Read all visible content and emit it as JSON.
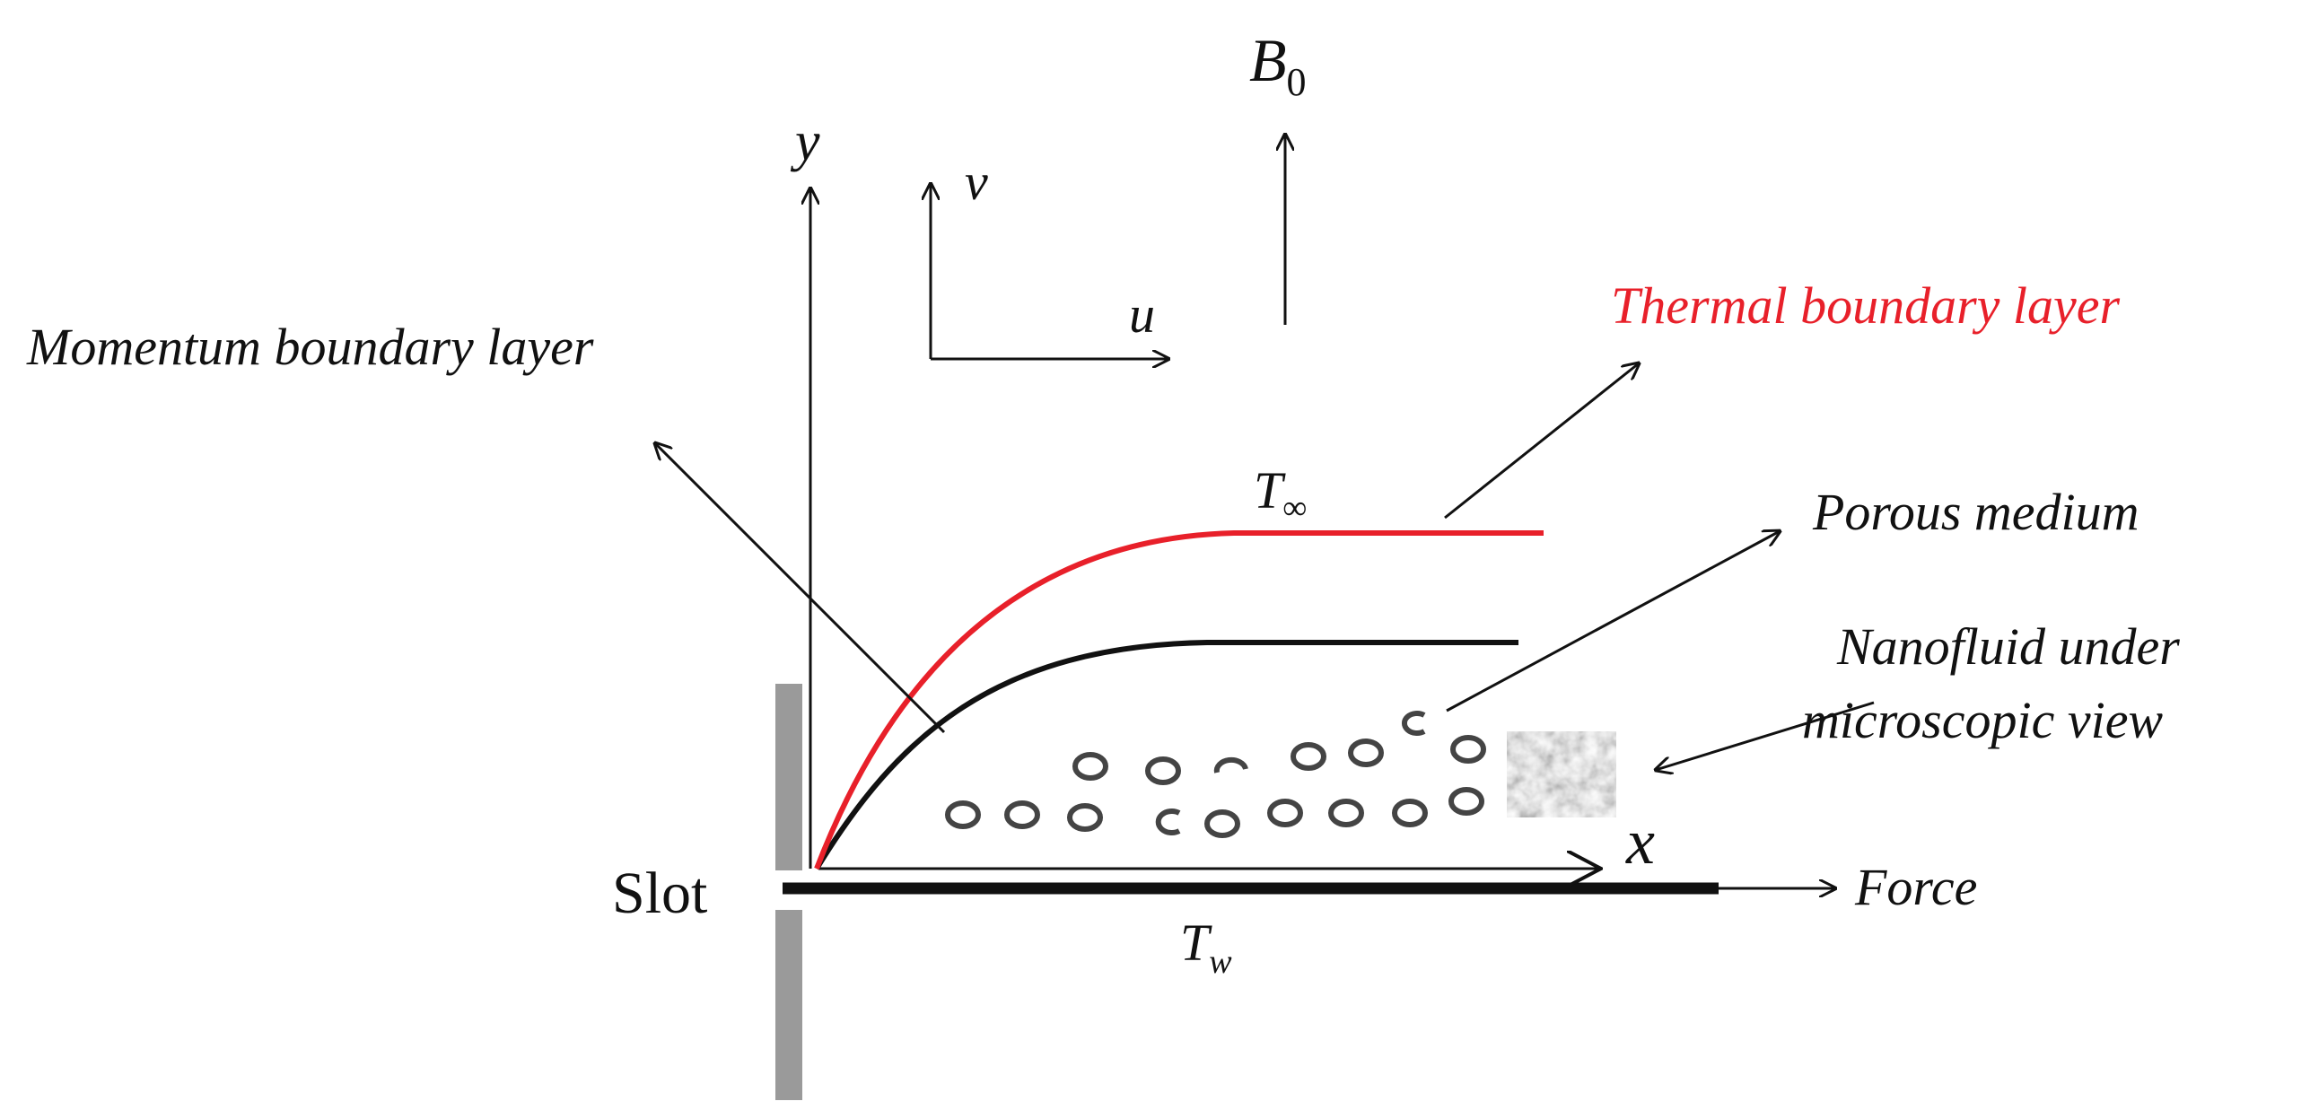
{
  "labels": {
    "b0_main": "B",
    "b0_sub": "0",
    "y_axis": "y",
    "v_velocity": "v",
    "u_velocity": "u",
    "momentum_layer": "Momentum boundary layer",
    "thermal_layer": "Thermal boundary layer",
    "t_inf_main": "T",
    "t_inf_sub": "∞",
    "porous_medium": "Porous medium",
    "nanofluid_line1": "Nanofluid under",
    "nanofluid_line2": "microscopic view",
    "x_axis": "x",
    "slot": "Slot",
    "force": "Force",
    "t_w_main": "T",
    "t_w_sub": "w"
  },
  "colors": {
    "thermal": "#e8202a",
    "ink": "#111111",
    "slot_wall": "#9a9a9a"
  },
  "icons": {
    "nanoparticle": "circle-outline",
    "porous_texture": "gray-speckled-square"
  }
}
